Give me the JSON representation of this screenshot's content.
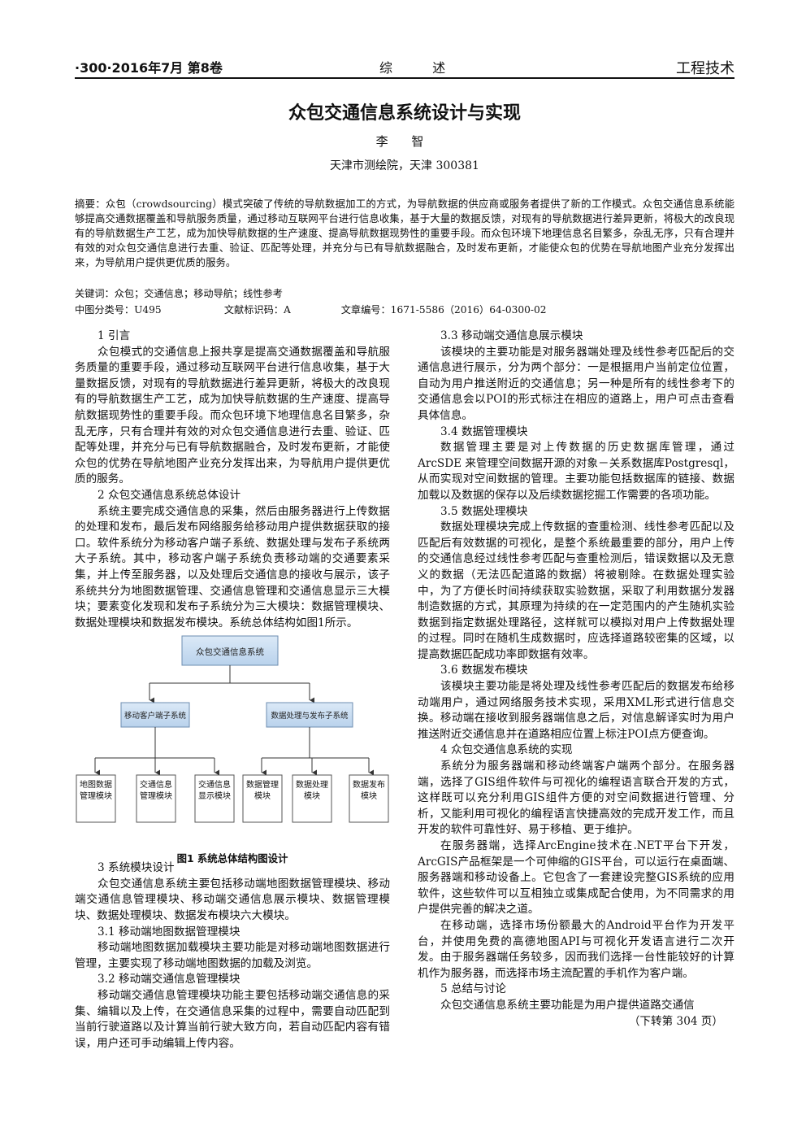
{
  "header": {
    "left": "·300·2016年7月  第8卷",
    "center": "综 述",
    "right": "工程技术"
  },
  "title": "众包交通信息系统设计与实现",
  "author": "李 智",
  "affiliation": "天津市测绘院，天津 300381",
  "abstract": "摘要：众包（crowdsourcing）模式突破了传统的导航数据加工的方式，为导航数据的供应商或服务者提供了新的工作模式。众包交通信息系统能够提高交通数据覆盖和导航服务质量，通过移动互联网平台进行信息收集，基于大量的数据反馈，对现有的导航数据进行差异更新，将极大的改良现有的导航数据生产工艺，成为加快导航数据的生产速度、提高导航数据现势性的重要手段。而众包环境下地理信息名目繁多，杂乱无序，只有合理并有效的对众包交通信息进行去重、验证、匹配等处理，并充分与已有导航数据融合，及时发布更新，才能使众包的优势在导航地图产业充分发挥出来，为导航用户提供更优质的服务。",
  "keywords": "关键词：众包；交通信息；移动导航；线性参考",
  "classification": {
    "clc": "中图分类号：U495",
    "doc_code": "文献标识码：A",
    "article_no": "文章编号：1671-5586（2016）64-0300-02"
  },
  "left_column": {
    "s1_heading": "1 引言",
    "s1_p1": "众包模式的交通信息上报共享是提高交通数据覆盖和导航服务质量的重要手段，通过移动互联网平台进行信息收集，基于大量数据反馈，对现有的导航数据进行差异更新，将极大的改良现有的导航数据生产工艺，成为加快导航数据的生产速度、提高导航数据现势性的重要手段。而众包环境下地理信息名目繁多，杂乱无序，只有合理并有效的对众包交通信息进行去重、验证、匹配等处理，并充分与已有导航数据融合，及时发布更新，才能使众包的优势在导航地图产业充分发挥出来，为导航用户提供更优质的服务。",
    "s2_heading": "2 众包交通信息系统总体设计",
    "s2_p1": "系统主要完成交通信息的采集，然后由服务器进行上传数据的处理和发布，最后发布网络服务给移动用户提供数据获取的接口。软件系统分为移动客户端子系统、数据处理与发布子系统两大子系统。其中，移动客户端子系统负责移动端的交通要素采集，并上传至服务器，以及处理后交通信息的接收与展示，该子系统共分为地图数据管理、交通信息管理和交通信息显示三大模块；要素变化发现和发布子系统分为三大模块：数据管理模块、数据处理模块和数据发布模块。系统总体结构如图1所示。",
    "figure": {
      "root": "众包交通信息系统",
      "mid_left": "移动客户端子系统",
      "mid_right": "数据处理与发布子系统",
      "leaf1": "地图数据管理模块",
      "leaf2": "交通信息管理模块",
      "leaf3": "交通信息显示模块",
      "leaf4": "数据管理模块",
      "leaf5": "数据处理模块",
      "leaf6": "数据发布模块",
      "caption": "图1 系统总体结构图设计"
    },
    "s3_heading": "3 系统模块设计",
    "s3_p1": "众包交通信息系统主要包括移动端地图数据管理模块、移动端交通信息管理模块、移动端交通信息展示模块、数据管理模块、数据处理模块、数据发布模块六大模块。",
    "s31_heading": "3.1 移动端地图数据管理模块",
    "s31_p1": "移动端地图数据加载模块主要功能是对移动端地图数据进行管理，主要实现了移动端地图数据的加载及浏览。",
    "s32_heading": "3.2 移动端交通信息管理模块",
    "s32_p1": "移动端交通信息管理模块功能主要包括移动端交通信息的采集、编辑以及上传，在交通信息采集的过程中，需要自动匹配到当前行驶道路以及计算当前行驶大致方向，若自动匹配内容有错误，用户还可手动编辑上传内容。"
  },
  "right_column": {
    "s33_heading": "3.3 移动端交通信息展示模块",
    "s33_p1": "该模块的主要功能是对服务器端处理及线性参考匹配后的交通信息进行展示，分为两个部分：一是根据用户当前定位位置，自动为用户推送附近的交通信息；另一种是所有的线性参考下的交通信息会以POI的形式标注在相应的道路上，用户可点击查看具体信息。",
    "s34_heading": "3.4 数据管理模块",
    "s34_p1": "数据管理主要是对上传数据的历史数据库管理，通过ArcSDE 来管理空间数据开源的对象－关系数据库Postgresql，从而实现对空间数据的管理。主要功能包括数据库的链接、数据加载以及数据的保存以及后续数据挖掘工作需要的各项功能。",
    "s35_heading": "3.5 数据处理模块",
    "s35_p1": "数据处理模块完成上传数据的查重检测、线性参考匹配以及匹配后有效数据的可视化，是整个系统最重要的部分，用户上传的交通信息经过线性参考匹配与查重检测后，错误数据以及无意义的数据（无法匹配道路的数据）将被剔除。在数据处理实验中，为了方便长时间持续获取实验数据，采取了利用数据分发器制造数据的方式，其原理为持续的在一定范围内的产生随机实验数据到指定数据处理路径，这样就可以模拟对用户上传数据处理的过程。同时在随机生成数据时，应选择道路较密集的区域，以提高数据匹配成功率即数据有效率。",
    "s36_heading": "3.6 数据发布模块",
    "s36_p1": "该模块主要功能是将处理及线性参考匹配后的数据发布给移动端用户，通过网络服务技术实现，采用XML形式进行信息交换。移动端在接收到服务器端信息之后，对信息解译实时为用户推送附近交通信息并在道路相应位置上标注POI点方便查询。",
    "s4_heading": "4 众包交通信息系统的实现",
    "s4_p1": "系统分为服务器端和移动终端客户端两个部分。在服务器端，选择了GIS组件软件与可视化的编程语言联合开发的方式，这样既可以充分利用GIS组件方便的对空间数据进行管理、分析，又能利用可视化的编程语言快捷高效的完成开发工作，而且开发的软件可靠性好、易于移植、更于维护。",
    "s4_p2": "在服务器端，选择ArcEngine技术在.NET平台下开发，ArcGIS产品框架是一个可伸缩的GIS平台，可以运行在桌面端、服务器端和移动设备上。它包含了一套建设完整GIS系统的应用软件，这些软件可以互相独立或集成配合使用，为不同需求的用户提供完善的解决之道。",
    "s4_p3": "在移动端，选择市场份额最大的Android平台作为开发平台，并使用免费的高德地图API与可视化开发语言进行二次开发。由于服务器端任务较多，因而我们选择一台性能较好的计算机作为服务器，而选择市场主流配置的手机作为客户端。",
    "s5_heading": "5 总结与讨论",
    "s5_p1": "众包交通信息系统主要功能是为用户提供道路交通信",
    "continued": "（下转第 304 页）"
  }
}
